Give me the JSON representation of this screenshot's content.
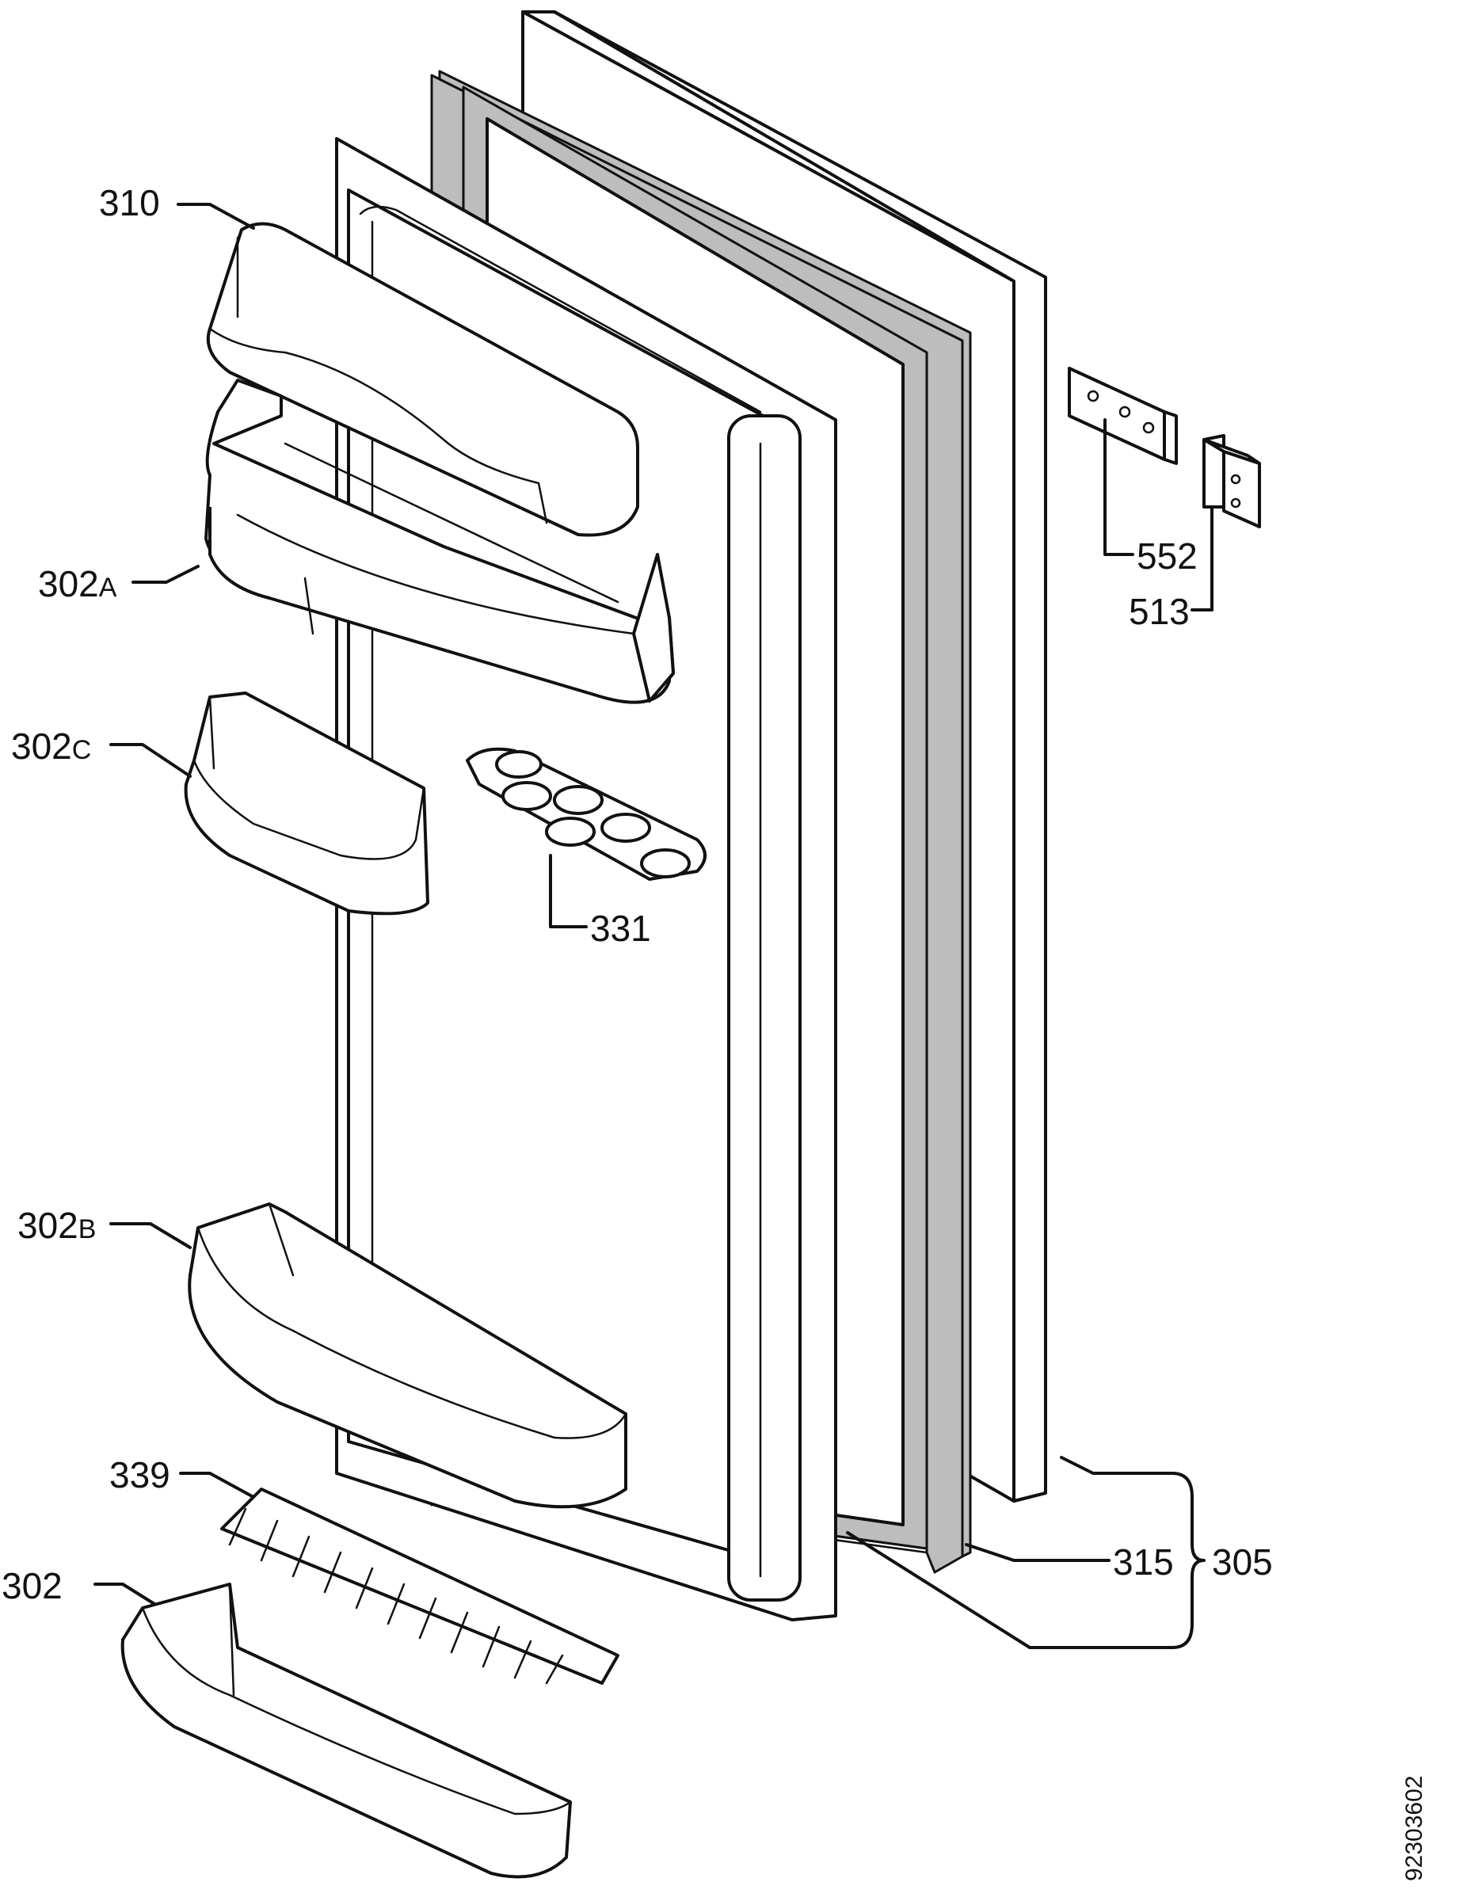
{
  "diagram": {
    "callouts": {
      "c310": "310",
      "c302a_num": "302",
      "c302a_sub": "A",
      "c302c_num": "302",
      "c302c_sub": "C",
      "c331": "331",
      "c552": "552",
      "c513": "513",
      "c302b_num": "302",
      "c302b_sub": "B",
      "c339": "339",
      "c302": "302",
      "c315": "315",
      "c305": "305"
    },
    "document_code": "92303602"
  },
  "colors": {
    "line": "#111111",
    "gasket_fill": "#bdbdbd",
    "background": "#ffffff"
  }
}
